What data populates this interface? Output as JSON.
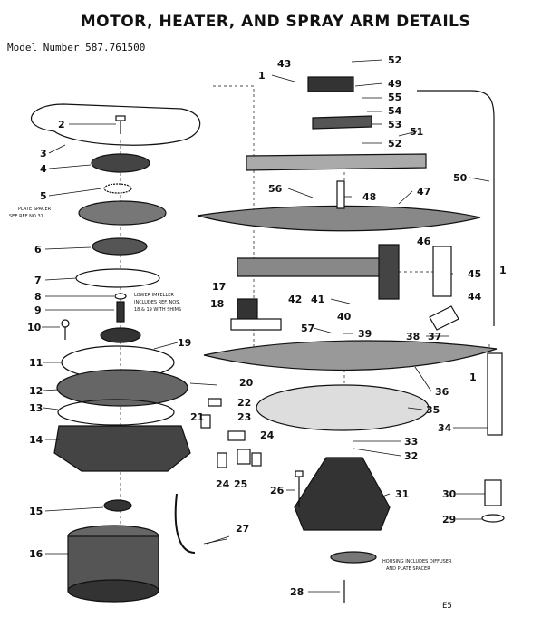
{
  "title": "MOTOR, HEATER, AND SPRAY ARM DETAILS",
  "model_number": "Model Number 587.761500",
  "page_ref": "E5",
  "callouts": {
    "c1a": "1",
    "c1b": "1",
    "c1c": "1",
    "c2": "2",
    "c3": "3",
    "c4": "4",
    "c5": "5",
    "c6": "6",
    "c7": "7",
    "c8": "8",
    "c9": "9",
    "c10": "10",
    "c11": "11",
    "c12": "12",
    "c13": "13",
    "c14": "14",
    "c15": "15",
    "c16": "16",
    "c17": "17",
    "c18": "18",
    "c19": "19",
    "c20": "20",
    "c21": "21",
    "c22": "22",
    "c23": "23",
    "c24a": "24",
    "c24b": "24",
    "c25": "25",
    "c26": "26",
    "c27": "27",
    "c28": "28",
    "c29": "29",
    "c30": "30",
    "c31": "31",
    "c32": "32",
    "c33": "33",
    "c34": "34",
    "c35": "35",
    "c36": "36",
    "c37": "37",
    "c38": "38",
    "c39": "39",
    "c40": "40",
    "c41": "41",
    "c42": "42",
    "c43": "43",
    "c44": "44",
    "c45": "45",
    "c46": "46",
    "c47": "47",
    "c48": "48",
    "c49": "49",
    "c50": "50",
    "c51": "51",
    "c52a": "52",
    "c52b": "52",
    "c53": "53",
    "c54": "54",
    "c55": "55",
    "c56": "56",
    "c57": "57"
  },
  "notes": {
    "plate_spacer_1": "PLATE SPACER",
    "plate_spacer_2": "SEE REF NO 31",
    "impeller_1": "LOWER IMPELLER",
    "impeller_2": "INCLUDES REF. NOS.",
    "impeller_3": "18 & 19 WITH SHIMS",
    "housing_1": "HOUSING INCLUDES DIFFUSER",
    "housing_2": "AND PLATE SPACER"
  }
}
